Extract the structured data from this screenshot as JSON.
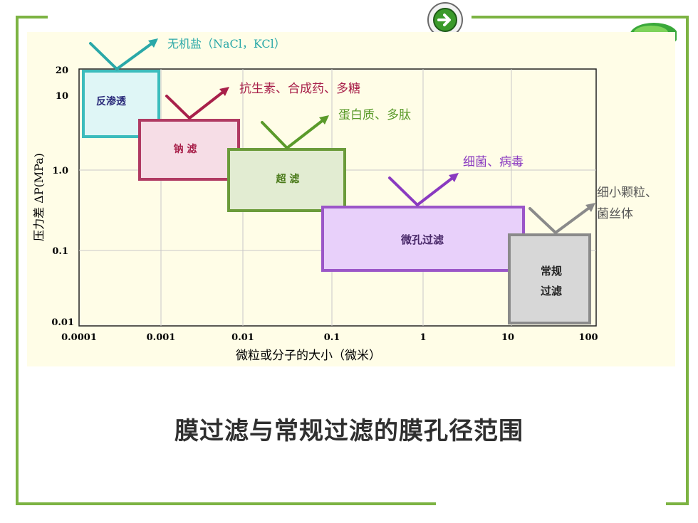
{
  "nav": {
    "next_icon": "right-arrow-icon"
  },
  "diagram": {
    "y_axis_label": "压力差 ΔP(MPa)",
    "x_axis_label": "微粒或分子的大小（微米）",
    "y_ticks": [
      "20",
      "10",
      "1.0",
      "0.1",
      "0.01"
    ],
    "x_ticks": [
      "0.0001",
      "0.001",
      "0.01",
      "0.1",
      "1",
      "10",
      "100"
    ],
    "boxes": [
      {
        "label": "反渗透",
        "color": "#3cbcbc",
        "fill": "#dff6f6"
      },
      {
        "label": "钠 滤",
        "color": "#b03a62",
        "fill": "#f6dde6"
      },
      {
        "label": "超 滤",
        "color": "#6b9b3a",
        "fill": "#e2ecd2"
      },
      {
        "label": "微孔过滤",
        "color": "#9b56c8",
        "fill": "#e8d0fa"
      },
      {
        "label_line1": "常规",
        "label_line2": "过滤",
        "color": "#8a8a8a",
        "fill": "#d7d7d7"
      }
    ],
    "retained": [
      {
        "label": "无机盐（NaCl，KCl）",
        "color": "#2aa8a8"
      },
      {
        "label": "抗生素、合成药、多糖",
        "color": "#a8204a"
      },
      {
        "label": "蛋白质、多肽",
        "color": "#5a9a2a"
      },
      {
        "label": "细菌、病毒",
        "color": "#8a3ac0"
      },
      {
        "label_line1": "细小颗粒、",
        "label_line2": "菌丝体",
        "color": "#555555"
      }
    ]
  },
  "caption": "膜过滤与常规过滤的膜孔径范围"
}
